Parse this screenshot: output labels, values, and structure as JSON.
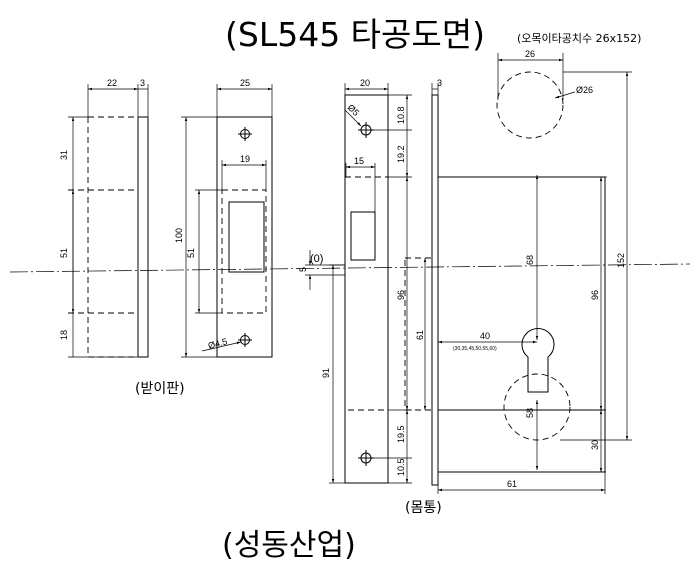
{
  "title": "(SL545 타공도면)",
  "subtitle": "(오목이타공치수 26x152)",
  "company": "(성동산업)",
  "strike_plate": {
    "caption": "(받이판)",
    "dims": {
      "width_22": "22",
      "edge_3": "3",
      "plate_25": "25",
      "inner_19": "19",
      "top_31": "31",
      "mid_51": "51",
      "bot_18": "18",
      "len_100": "100",
      "inner_51": "51",
      "hole": "Ø4.5"
    }
  },
  "lock_body": {
    "caption": "(몸통)",
    "origin_label": "(0)",
    "dims": {
      "face_20": "20",
      "edge_3": "3",
      "hole": "Ø5",
      "d_10_8": "10.8",
      "d_19_2": "19.2",
      "slot_15": "15",
      "offset_5": "5",
      "d_96": "96",
      "d_61": "61",
      "d_91": "91",
      "d_19_5": "19.5",
      "d_10_5": "10.5",
      "r_26": "26",
      "r_hole": "Ø26",
      "r_68": "68",
      "r_96": "96",
      "r_152": "152",
      "backset_40": "40",
      "backset_options": "(30,35,45,50,55,60)",
      "r_58": "58",
      "r_30": "30",
      "r_61": "61"
    }
  }
}
